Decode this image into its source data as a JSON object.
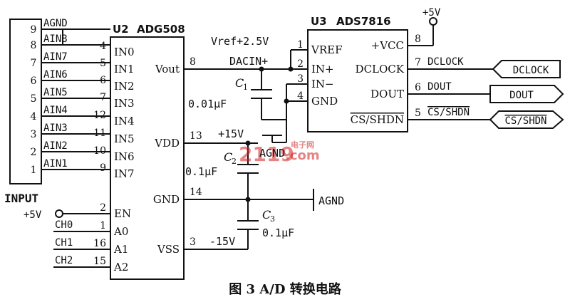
{
  "u2": {
    "ref": "U2",
    "part": "ADG508",
    "left_pins": [
      "IN0",
      "IN1",
      "IN2",
      "IN3",
      "IN4",
      "IN5",
      "IN6",
      "IN7",
      "EN",
      "A0",
      "A1",
      "A2"
    ],
    "left_nums": [
      "4",
      "5",
      "6",
      "7",
      "12",
      "11",
      "10",
      "9",
      "2",
      "1",
      "16",
      "15"
    ],
    "right_pins": [
      "Vout",
      "VDD",
      "GND",
      "VSS"
    ],
    "right_nums": [
      "8",
      "13",
      "14",
      "3"
    ]
  },
  "u3": {
    "ref": "U3",
    "part": "ADS7816",
    "left_pins": [
      "VREF",
      "IN+",
      "IN−",
      "GND"
    ],
    "left_nums": [
      "1",
      "2",
      "3",
      "4"
    ],
    "right_pins": [
      "+VCC",
      "DCLOCK",
      "DOUT",
      "CS/SHDN"
    ],
    "right_nums": [
      "8",
      "7",
      "6",
      "5"
    ]
  },
  "input": {
    "label": "INPUT",
    "pin_nums": [
      "9",
      "8",
      "7",
      "6",
      "5",
      "4",
      "3",
      "2",
      "1"
    ],
    "signals": [
      "AGND",
      "AIN8",
      "AIN7",
      "AIN6",
      "AIN5",
      "AIN4",
      "AIN3",
      "AIN2",
      "AIN1"
    ]
  },
  "nets": {
    "vref": "Vref+2.5V",
    "dacin": "DACIN+",
    "p15": "+15V",
    "m15": "-15V",
    "agnd": "AGND",
    "p5": "+5V",
    "p5_en": "+5V",
    "ch0": "CH0",
    "ch1": "CH1",
    "ch2": "CH2",
    "dclock": "DCLOCK",
    "dout": "DOUT",
    "cs": "CS/SHDN"
  },
  "caps": {
    "c1": {
      "ref": "C",
      "sub": "1",
      "value": "0.01μF"
    },
    "c2": {
      "ref": "C",
      "sub": "2",
      "value": "0.1μF"
    },
    "c3": {
      "ref": "C",
      "sub": "3",
      "value": "0.1μF"
    }
  },
  "ports": {
    "dclock": "DCLOCK",
    "dout": "DOUT",
    "cs": "CS/SHDN"
  },
  "caption": "图 3  A/D 转换电路",
  "watermark": {
    "main": "2119",
    "small": "电子网",
    "dom": ".com"
  }
}
